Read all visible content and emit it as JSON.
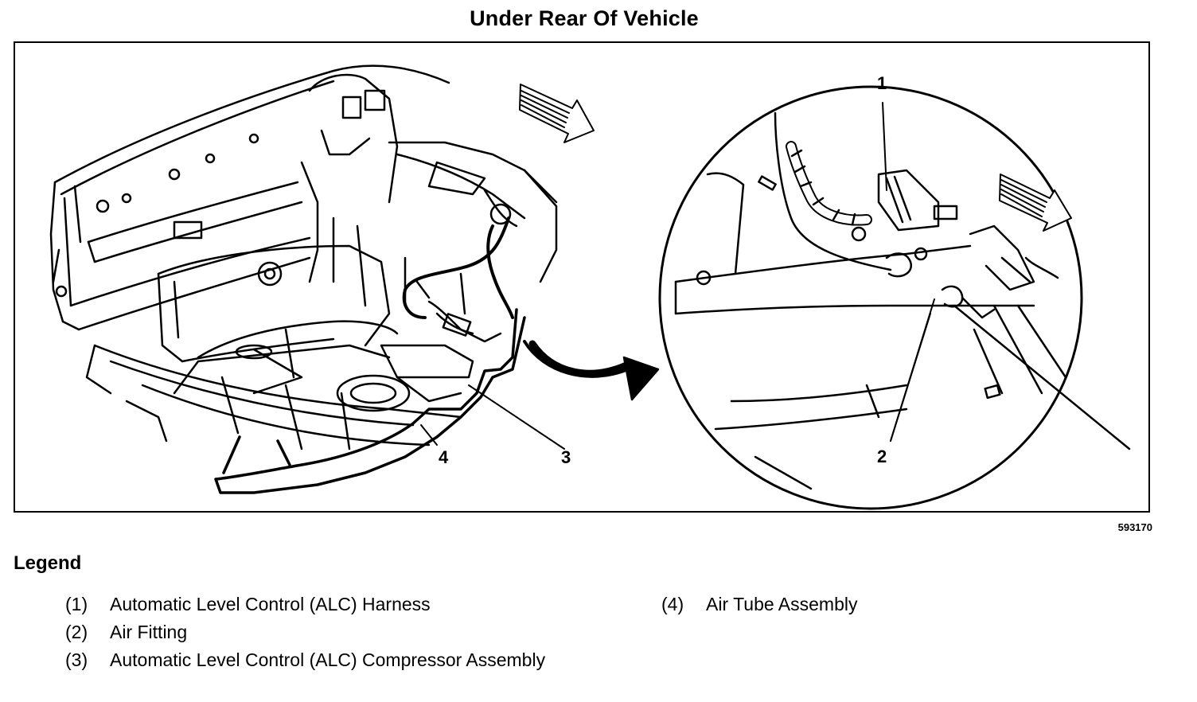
{
  "title": "Under Rear Of Vehicle",
  "figure_id": "593170",
  "callouts": [
    "1",
    "2",
    "3",
    "4"
  ],
  "legend": {
    "heading": "Legend",
    "items": [
      {
        "num": "(1)",
        "text": "Automatic Level Control (ALC) Harness"
      },
      {
        "num": "(2)",
        "text": "Air Fitting"
      },
      {
        "num": "(3)",
        "text": "Automatic Level Control (ALC) Compressor Assembly"
      },
      {
        "num": "(4)",
        "text": "Air Tube Assembly"
      }
    ]
  }
}
